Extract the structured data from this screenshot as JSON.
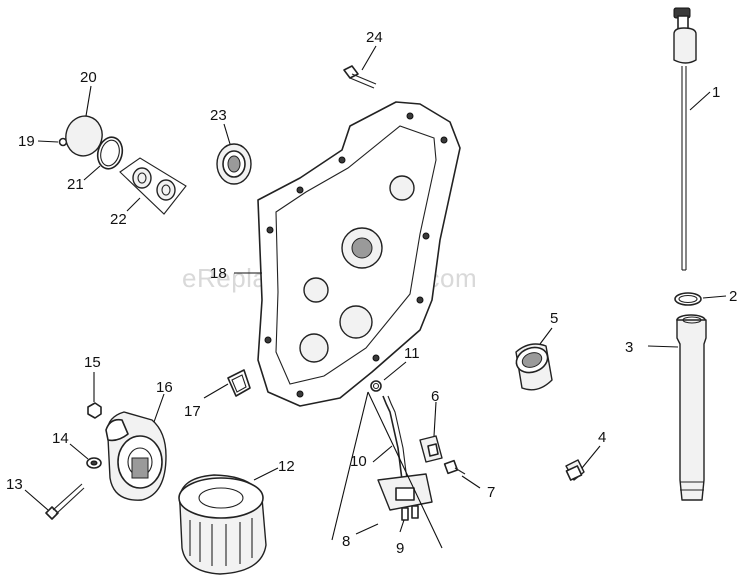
{
  "watermark": "eReplacementParts.com",
  "callouts": [
    {
      "id": "1",
      "label": "1"
    },
    {
      "id": "2",
      "label": "2"
    },
    {
      "id": "3",
      "label": "3"
    },
    {
      "id": "4",
      "label": "4"
    },
    {
      "id": "5",
      "label": "5"
    },
    {
      "id": "6",
      "label": "6"
    },
    {
      "id": "7",
      "label": "7"
    },
    {
      "id": "8",
      "label": "8"
    },
    {
      "id": "9",
      "label": "9"
    },
    {
      "id": "10",
      "label": "10"
    },
    {
      "id": "11",
      "label": "11"
    },
    {
      "id": "12",
      "label": "12"
    },
    {
      "id": "13",
      "label": "13"
    },
    {
      "id": "14",
      "label": "14"
    },
    {
      "id": "15",
      "label": "15"
    },
    {
      "id": "16",
      "label": "16"
    },
    {
      "id": "17",
      "label": "17"
    },
    {
      "id": "18",
      "label": "18"
    },
    {
      "id": "19",
      "label": "19"
    },
    {
      "id": "20",
      "label": "20"
    },
    {
      "id": "21",
      "label": "21"
    },
    {
      "id": "22",
      "label": "22"
    },
    {
      "id": "23",
      "label": "23"
    },
    {
      "id": "24",
      "label": "24"
    }
  ]
}
